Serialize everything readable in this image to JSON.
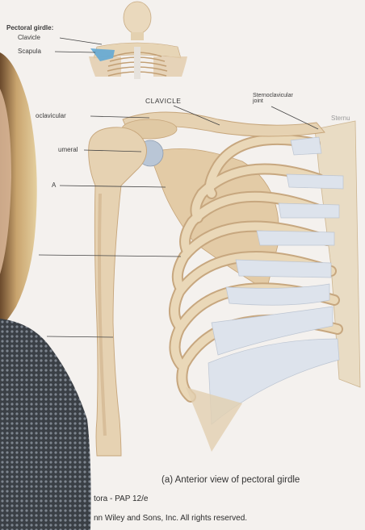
{
  "inset": {
    "title": "Pectoral girdle:",
    "item1": "Clavicle",
    "item2": "Scapula"
  },
  "labels": {
    "clavicle": "CLAVICLE",
    "sternoclavicular_joint": "Sternoclavicular\njoint",
    "sternum_partial": "Sternu",
    "acromioclavicular_partial": "oclavicular",
    "humeral_partial": "umeral",
    "scapula_partial": "A"
  },
  "caption": "(a) Anterior view of pectoral girdle",
  "credit": {
    "line1": "tora - PAP 12/e",
    "line2": "nn Wiley and Sons, Inc. All rights reserved."
  },
  "colors": {
    "bone": "#e6d2b2",
    "bone_shadow": "#c9ad86",
    "cartilage": "#dde3ec",
    "scapula_blue": "#63a9d4",
    "leader_line": "#444444",
    "background": "#f4f1ee"
  }
}
